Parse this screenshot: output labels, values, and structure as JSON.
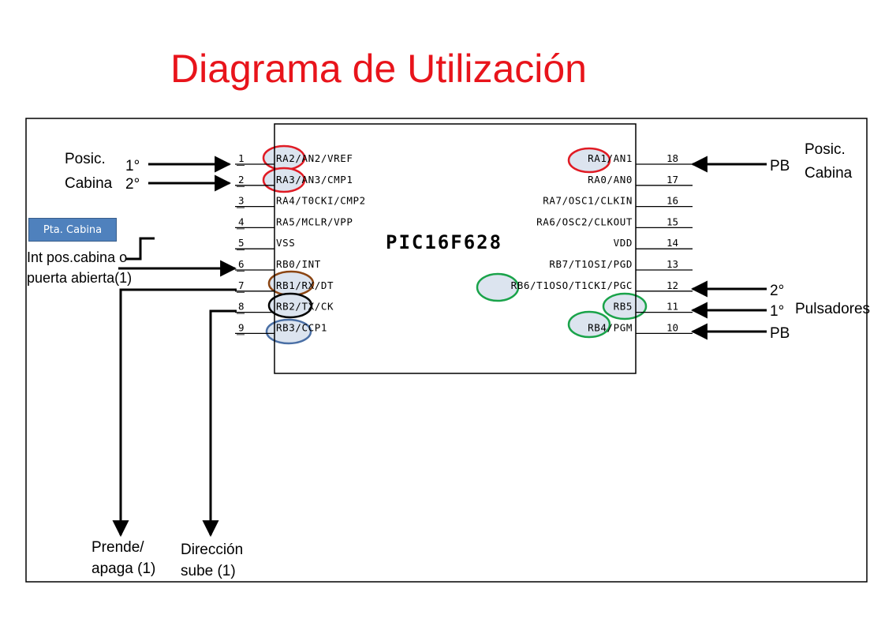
{
  "title": "Diagrama de Utilización",
  "chip": {
    "name": "PIC16F628",
    "left_pins": [
      {
        "num": "1",
        "label": "RA2/AN2/VREF"
      },
      {
        "num": "2",
        "label": "RA3/AN3/CMP1"
      },
      {
        "num": "3",
        "label": "RA4/T0CKI/CMP2"
      },
      {
        "num": "4",
        "label": "RA5/MCLR/VPP"
      },
      {
        "num": "5",
        "label": "VSS"
      },
      {
        "num": "6",
        "label": "RB0/INT"
      },
      {
        "num": "7",
        "label": "RB1/RX/DT"
      },
      {
        "num": "8",
        "label": "RB2/TX/CK"
      },
      {
        "num": "9",
        "label": "RB3/CCP1"
      }
    ],
    "right_pins": [
      {
        "num": "18",
        "label": "RA1/AN1"
      },
      {
        "num": "17",
        "label": "RA0/AN0"
      },
      {
        "num": "16",
        "label": "RA7/OSC1/CLKIN"
      },
      {
        "num": "15",
        "label": "RA6/OSC2/CLKOUT"
      },
      {
        "num": "14",
        "label": "VDD"
      },
      {
        "num": "13",
        "label": "RB7/T1OSI/PGD"
      },
      {
        "num": "12",
        "label": "RB6/T1OSO/T1CKI/PGC"
      },
      {
        "num": "11",
        "label": "RB5"
      },
      {
        "num": "10",
        "label": "RB4/PGM"
      }
    ]
  },
  "labels": {
    "posic_left_1": "Posic.",
    "posic_left_2": "Cabina",
    "first_left": "1°",
    "second_left": "2°",
    "badge": "Pta. Cabina",
    "int_line_1": "Int pos.cabina o",
    "int_line_2": "puerta abierta(1)",
    "prende_1": "Prende/",
    "prende_2": "apaga (1)",
    "direccion_1": "Dirección",
    "direccion_2": "sube (1)",
    "posic_right_1": "Posic.",
    "posic_right_2": "Cabina",
    "pb_top": "PB",
    "second_right": "2°",
    "first_right": "1°",
    "pb_bottom": "PB",
    "pulsadores": "Pulsadores"
  },
  "colors": {
    "title": "#e8141b",
    "highlight_red": "#e01b24",
    "highlight_brown": "#8b4513",
    "highlight_black": "#000000",
    "highlight_blue": "#4a6fa5",
    "highlight_green": "#1aa34a",
    "highlight_fill": "#dce4ef",
    "badge": "#4f81bd"
  }
}
